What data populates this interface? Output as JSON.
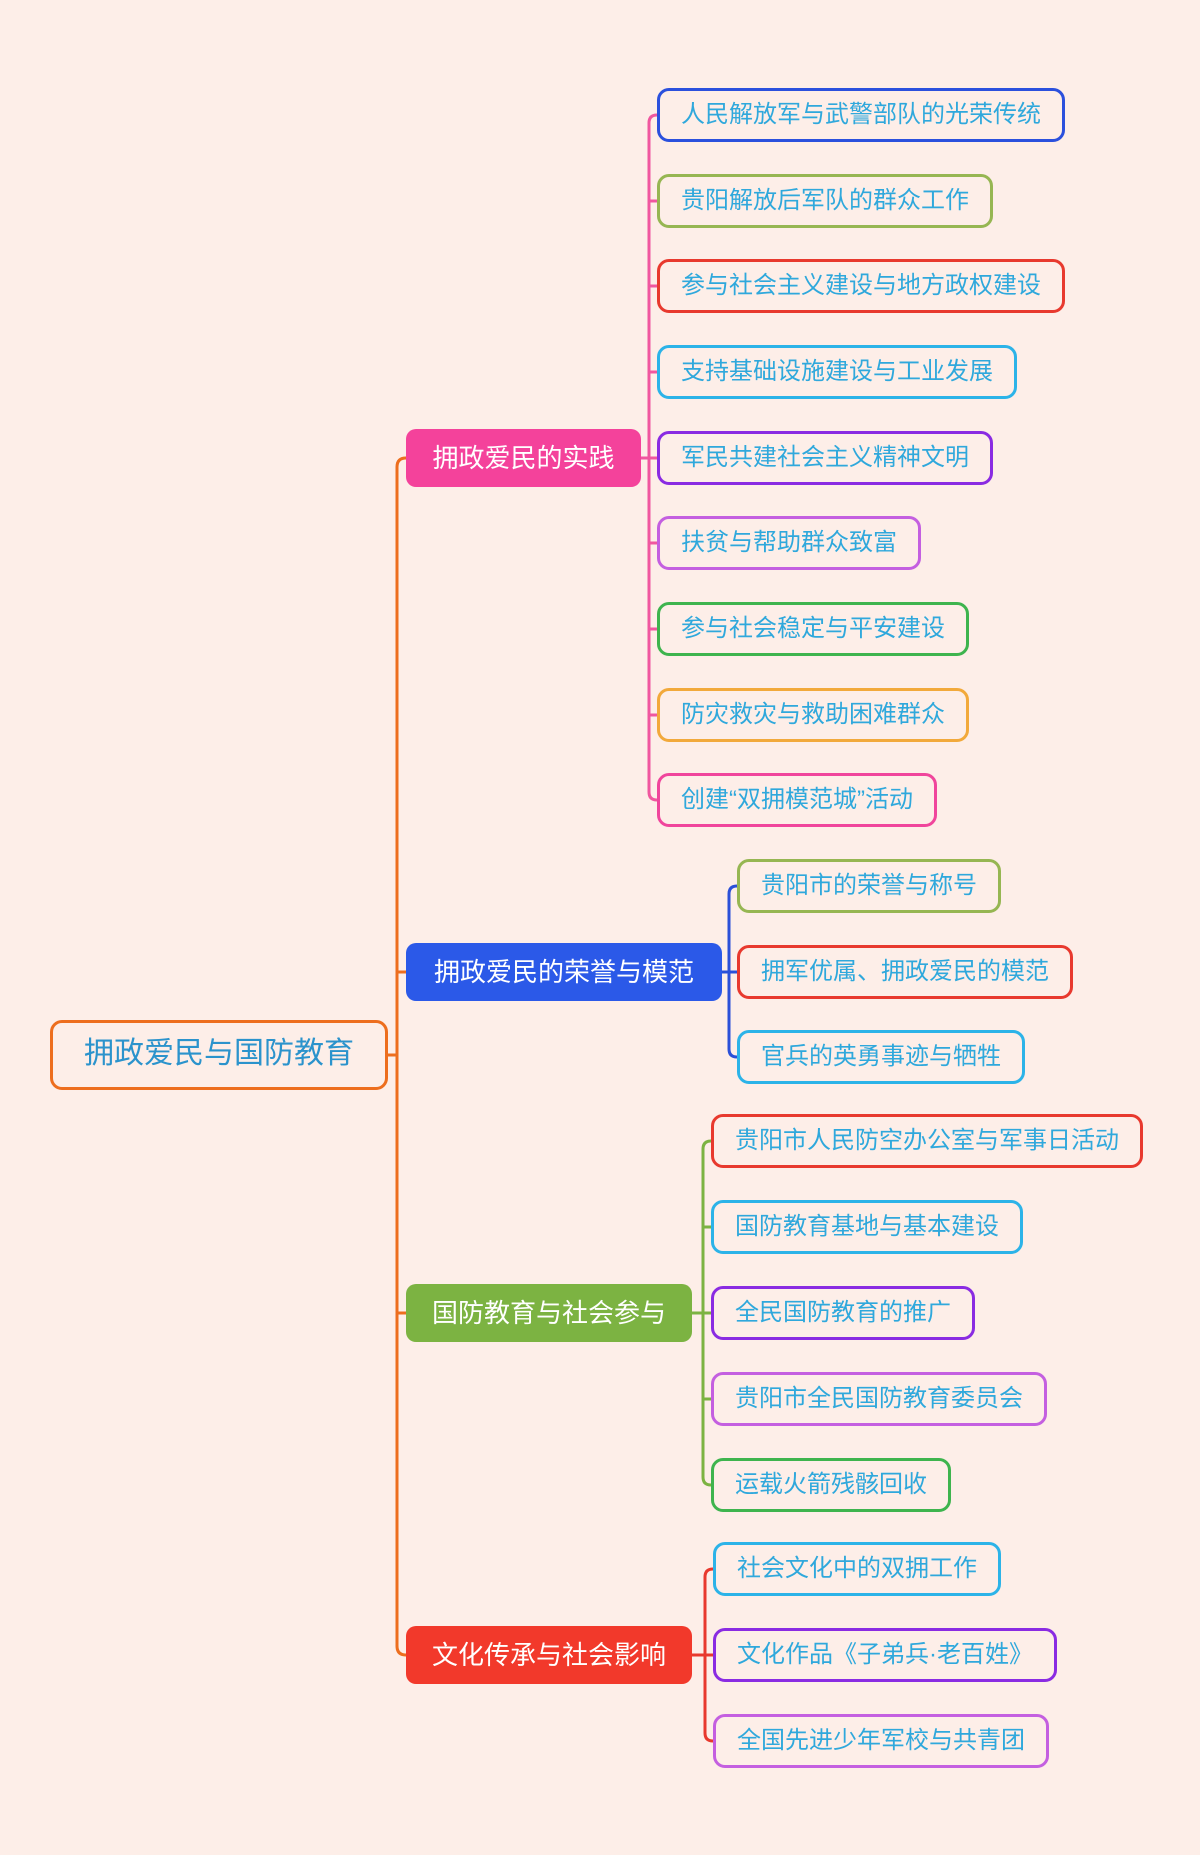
{
  "background_color": "#fdeee8",
  "palette": {
    "child_text": "#2fa8dc",
    "root_text": "#2b93cc",
    "trunk": "#ed6e1e"
  },
  "root": {
    "label": "拥政爱民与国防教育",
    "border_color": "#ed6e1e"
  },
  "branches": [
    {
      "label": "拥政爱民的实践",
      "fill": "#f4429b",
      "text_color": "#ffffff",
      "line_color": "#f0579f",
      "children": [
        {
          "label": "人民解放军与武警部队的光荣传统",
          "border_color": "#2b50dd"
        },
        {
          "label": "贵阳解放后军队的群众工作",
          "border_color": "#96b652"
        },
        {
          "label": "参与社会主义建设与地方政权建设",
          "border_color": "#e8392e"
        },
        {
          "label": "支持基础设施建设与工业发展",
          "border_color": "#2cb3e8"
        },
        {
          "label": "军民共建社会主义精神文明",
          "border_color": "#8a2be2"
        },
        {
          "label": "扶贫与帮助群众致富",
          "border_color": "#c45fe0"
        },
        {
          "label": "参与社会稳定与平安建设",
          "border_color": "#3eb44e"
        },
        {
          "label": "防灾救灾与救助困难群众",
          "border_color": "#f2a93b"
        },
        {
          "label": "创建“双拥模范城”活动",
          "border_color": "#f0459c"
        }
      ]
    },
    {
      "label": "拥政爱民的荣誉与模范",
      "fill": "#2b59e8",
      "text_color": "#ffffff",
      "line_color": "#2b50d8",
      "children": [
        {
          "label": "贵阳市的荣誉与称号",
          "border_color": "#96b652"
        },
        {
          "label": "拥军优属、拥政爱民的模范",
          "border_color": "#e8392e"
        },
        {
          "label": "官兵的英勇事迹与牺牲",
          "border_color": "#2cb3e8"
        }
      ]
    },
    {
      "label": "国防教育与社会参与",
      "fill": "#7cb342",
      "text_color": "#ffffff",
      "line_color": "#7cb342",
      "children": [
        {
          "label": "贵阳市人民防空办公室与军事日活动",
          "border_color": "#e8392e"
        },
        {
          "label": "国防教育基地与基本建设",
          "border_color": "#2cb3e8"
        },
        {
          "label": "全民国防教育的推广",
          "border_color": "#8a2be2"
        },
        {
          "label": "贵阳市全民国防教育委员会",
          "border_color": "#c45fe0"
        },
        {
          "label": "运载火箭残骸回收",
          "border_color": "#3eb44e"
        }
      ]
    },
    {
      "label": "文化传承与社会影响",
      "fill": "#f2392b",
      "text_color": "#ffffff",
      "line_color": "#e8392e",
      "children": [
        {
          "label": "社会文化中的双拥工作",
          "border_color": "#2cb3e8"
        },
        {
          "label": "文化作品《子弟兵·老百姓》",
          "border_color": "#8a2be2"
        },
        {
          "label": "全国先进少年军校与共青团",
          "border_color": "#c45fe0"
        }
      ]
    }
  ]
}
